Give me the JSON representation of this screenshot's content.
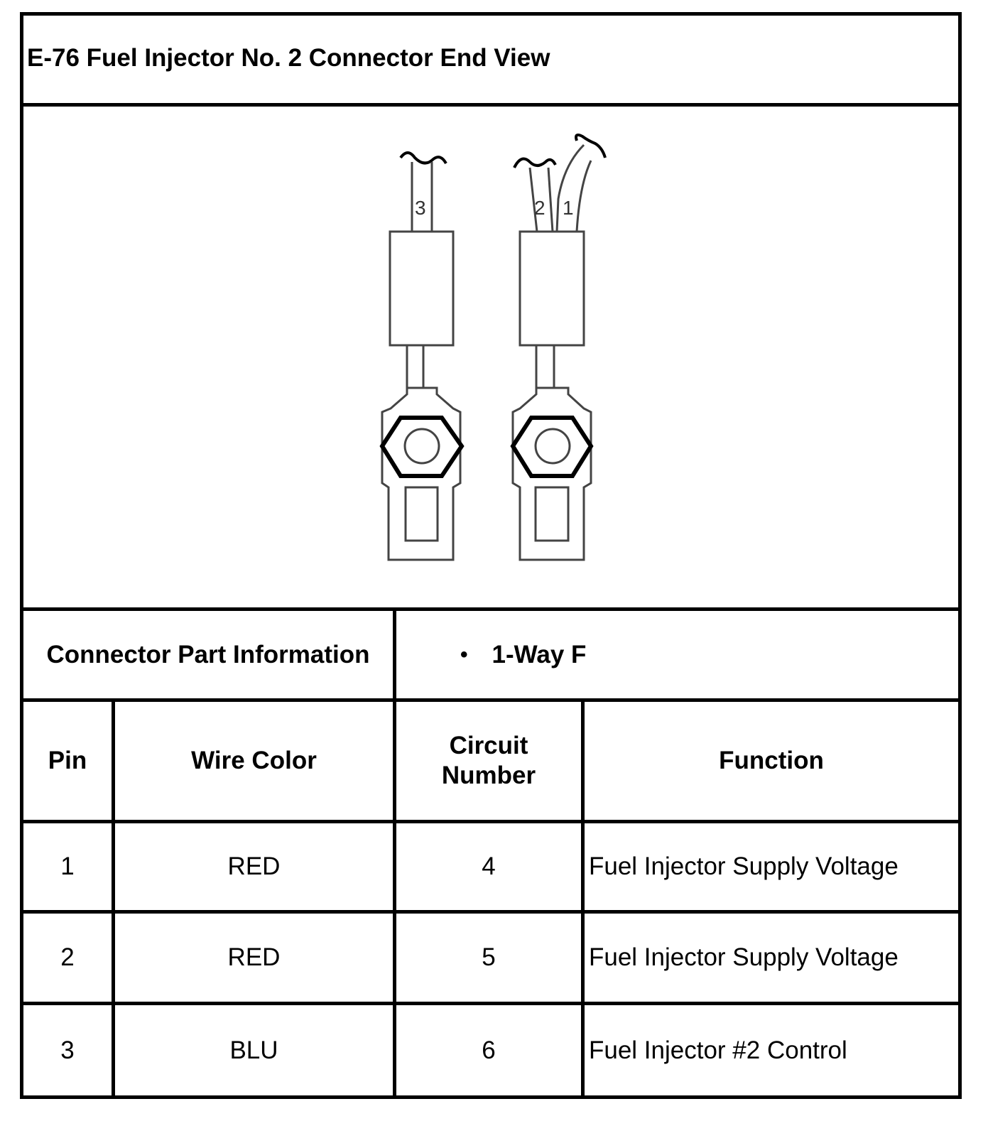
{
  "title": "E-76 Fuel Injector No. 2 Connector End View",
  "diagram": {
    "terminal_labels": [
      "3",
      "2",
      "1"
    ]
  },
  "part_info": {
    "label": "Connector Part Information",
    "bullet": "•",
    "value": "1-Way F"
  },
  "table": {
    "headers": {
      "pin": "Pin",
      "wire_color": "Wire Color",
      "circuit_line1": "Circuit",
      "circuit_line2": "Number",
      "function": "Function"
    },
    "rows": [
      {
        "pin": "1",
        "wire_color": "RED",
        "circuit": "4",
        "function": "Fuel Injector Supply Voltage"
      },
      {
        "pin": "2",
        "wire_color": "RED",
        "circuit": "5",
        "function": "Fuel Injector Supply Voltage"
      },
      {
        "pin": "3",
        "wire_color": "BLU",
        "circuit": "6",
        "function": "Fuel Injector #2 Control"
      }
    ]
  }
}
